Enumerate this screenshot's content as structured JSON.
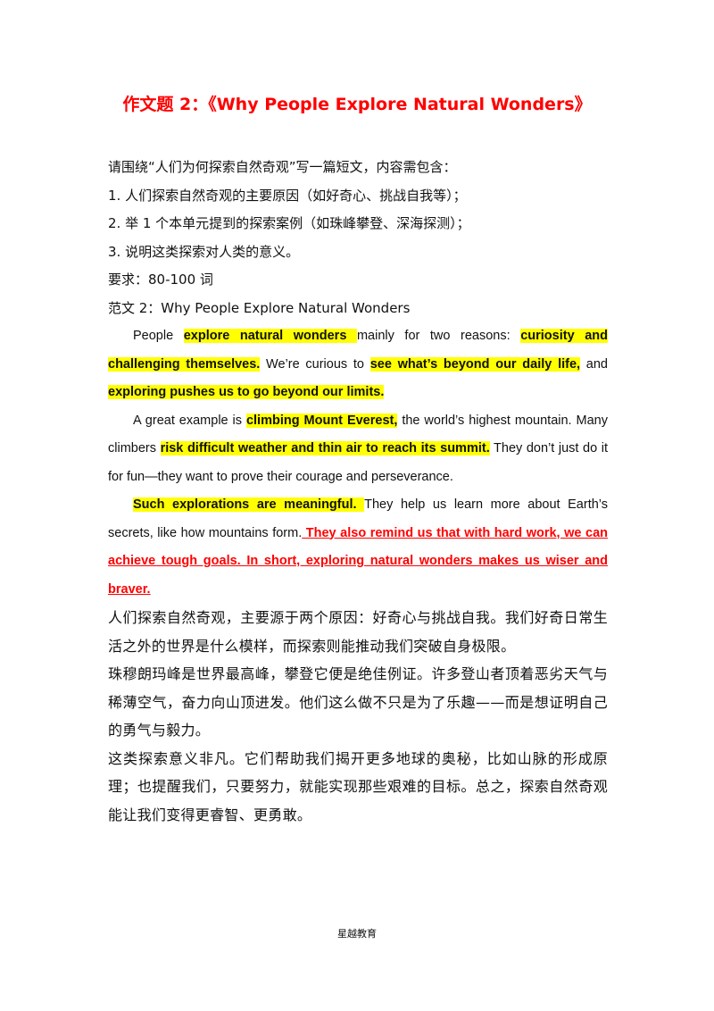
{
  "title": "作文题 2：《Why People Explore Natural Wonders》",
  "prompt": {
    "intro": "请围绕“人们为何探索自然奇观”写一篇短文，内容需包含：",
    "items": [
      "1. 人们探索自然奇观的主要原因（如好奇心、挑战自我等）；",
      "2. 举 1 个本单元提到的探索案例（如珠峰攀登、深海探测）；",
      "3. 说明这类探索对人类的意义。"
    ],
    "requirement": "要求：80-100 词",
    "sample_label": "范文 2：Why People Explore Natural Wonders"
  },
  "essay": {
    "p1": [
      {
        "t": "People ",
        "s": ""
      },
      {
        "t": "explore natural wonders ",
        "s": "hl"
      },
      {
        "t": " mainly for two reasons: ",
        "s": ""
      },
      {
        "t": "curiosity and challenging themselves.",
        "s": "hl"
      },
      {
        "t": " We’re curious to ",
        "s": ""
      },
      {
        "t": " see what’s beyond our daily life,",
        "s": "hl"
      },
      {
        "t": " and ",
        "s": ""
      },
      {
        "t": "exploring pushes us to ",
        "s": "hl"
      },
      {
        "t": " ",
        "s": ""
      },
      {
        "t": "go beyond our limits. ",
        "s": "hl"
      }
    ],
    "p2": [
      {
        "t": "A great example is ",
        "s": ""
      },
      {
        "t": "climbing Mount Everest,",
        "s": "hl"
      },
      {
        "t": " the world’s highest mountain. Many climbers ",
        "s": ""
      },
      {
        "t": "risk difficult weather and thin air to reach its summit.",
        "s": "hl"
      },
      {
        "t": " They don’t just do it for fun—they want to prove their courage and perseverance.",
        "s": ""
      }
    ],
    "p3": [
      {
        "t": "Such explorations are meaningful. ",
        "s": "hl"
      },
      {
        "t": " They help us learn more about Earth’s secrets, like how mountains form.",
        "s": ""
      },
      {
        "t": " They also remind us that with hard work, we can achieve tough goals. In short, exploring natural wonders makes us wiser and braver. ",
        "s": "red"
      }
    ]
  },
  "translation": [
    "人们探索自然奇观，主要源于两个原因：好奇心与挑战自我。我们好奇日常生活之外的世界是什么模样，而探索则能推动我们突破自身极限。",
    "珠穆朗玛峰是世界最高峰，攀登它便是绝佳例证。许多登山者顶着恶劣天气与稀薄空气，奋力向山顶进发。他们这么做不只是为了乐趣——而是想证明自己的勇气与毅力。",
    "这类探索意义非凡。它们帮助我们揭开更多地球的奥秘，比如山脉的形成原理；也提醒我们，只要努力，就能实现那些艰难的目标。总之，探索自然奇观能让我们变得更睿智、更勇敢。"
  ],
  "footer": "星越教育",
  "colors": {
    "title": "#ff0000",
    "highlight": "#ffff00",
    "emphasis": "#ff0000"
  }
}
